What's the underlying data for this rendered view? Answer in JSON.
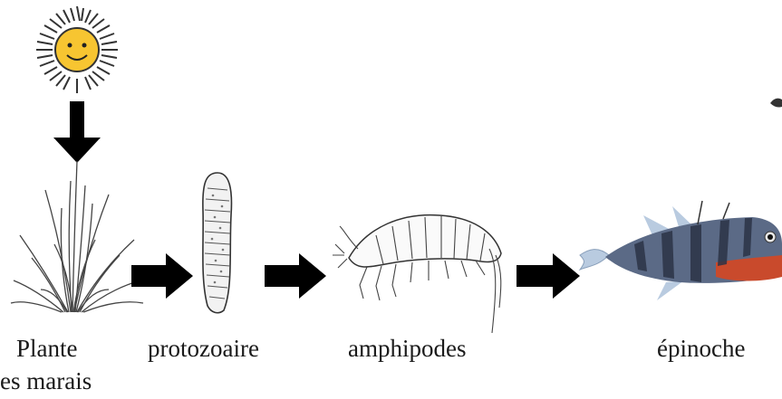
{
  "food_chain": {
    "organisms": [
      {
        "id": "plant",
        "label_line1": "Plante",
        "label_line2": "es marais"
      },
      {
        "id": "protozoan",
        "label": "protozoaire"
      },
      {
        "id": "amphipod",
        "label": "amphipodes"
      },
      {
        "id": "stickleback",
        "label": "épinoche"
      }
    ],
    "colors": {
      "sun_fill": "#f7c531",
      "sun_rays": "#333333",
      "arrow": "#000000",
      "fish_body": "#5b6a86",
      "fish_belly": "#c94a2c",
      "fish_fins": "#b9cbe0"
    }
  }
}
